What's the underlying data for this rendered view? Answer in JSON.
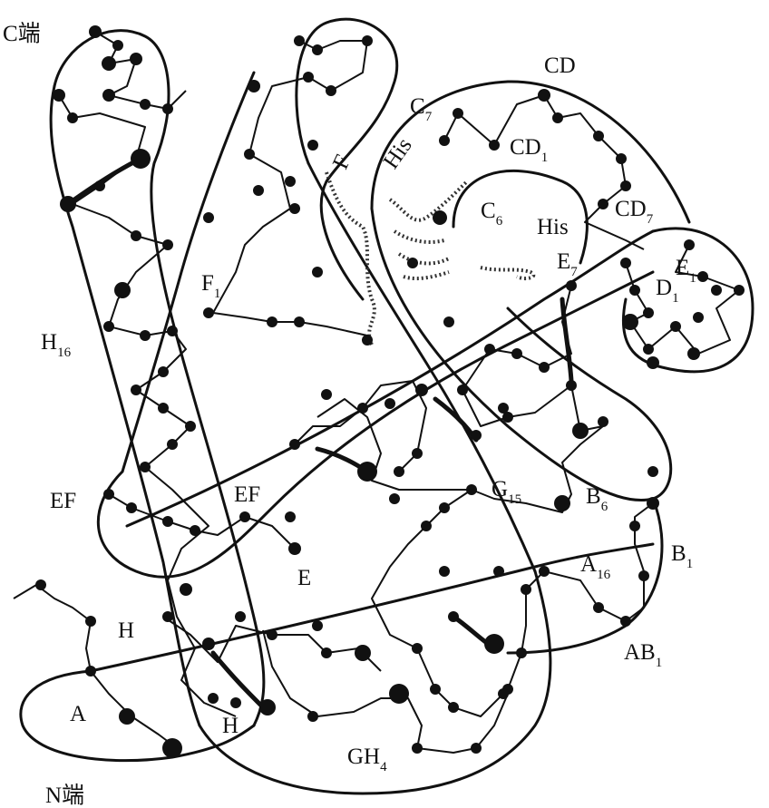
{
  "labels": {
    "c_term": "C端",
    "n_term": "N端",
    "cd": "CD",
    "his_top": "His",
    "c7": "C",
    "c7_sub": "7",
    "cd1": "CD",
    "cd1_sub": "1",
    "c6": "C",
    "c6_sub": "6",
    "his_mid": "His",
    "cd7": "CD",
    "cd7_sub": "7",
    "e7": "E",
    "e7_sub": "7",
    "e1": "E",
    "e1_sub": "1",
    "d1": "D",
    "d1_sub": "1",
    "f": "F",
    "f1": "F",
    "f1_sub": "1",
    "h16": "H",
    "h16_sub": "16",
    "ef_left": "EF",
    "ef_mid": "EF",
    "e": "E",
    "g15": "G",
    "g15_sub": "15",
    "b6": "B",
    "b6_sub": "6",
    "a16": "A",
    "a16_sub": "16",
    "b1": "B",
    "b1_sub": "1",
    "h_left": "H",
    "h_bottom": "H",
    "ab1": "AB",
    "ab1_sub": "1",
    "a": "A",
    "gh4": "GH",
    "gh4_sub": "4"
  }
}
